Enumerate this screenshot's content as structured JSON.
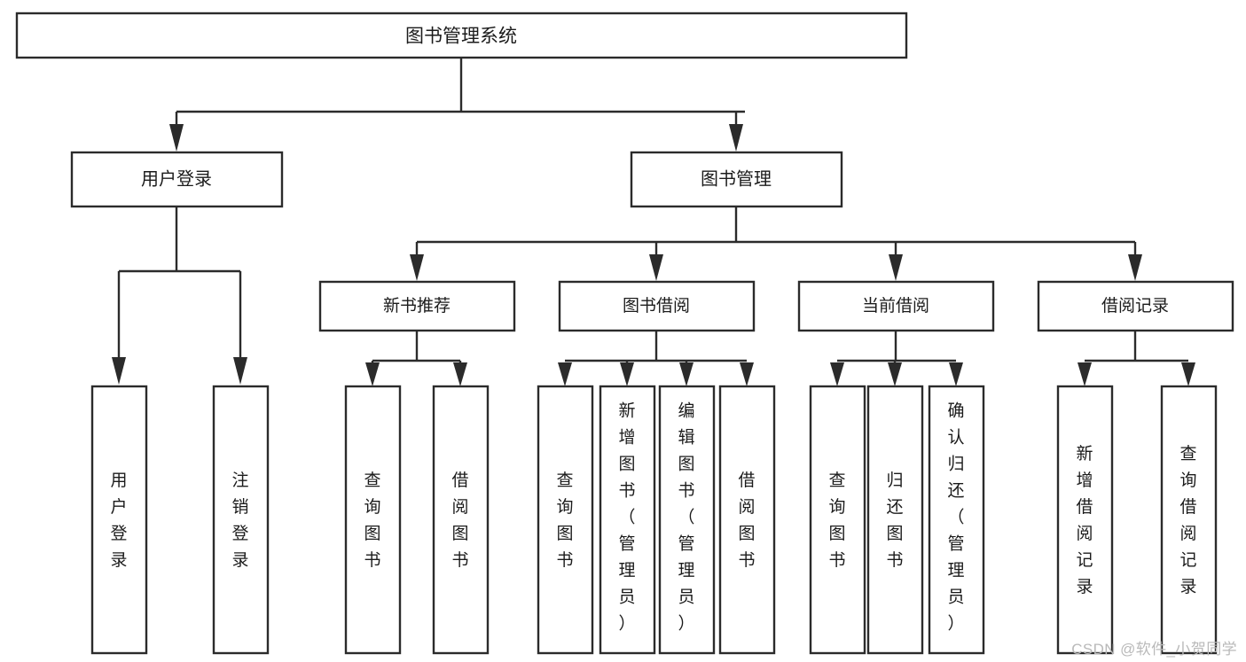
{
  "diagram": {
    "type": "tree",
    "title": "图书管理系统",
    "orientation": "top-down",
    "colors": {
      "box_fill": "#ffffff",
      "box_stroke": "#2b2b2b",
      "text": "#1b1b1b",
      "background": "#ffffff",
      "watermark": "#b9b9b9"
    },
    "nodes": {
      "root": {
        "label": "图书管理系统"
      },
      "level1": [
        {
          "label": "用户登录"
        },
        {
          "label": "图书管理"
        }
      ],
      "level2": [
        {
          "label": "新书推荐"
        },
        {
          "label": "图书借阅"
        },
        {
          "label": "当前借阅"
        },
        {
          "label": "借阅记录"
        }
      ],
      "leaves": {
        "user_login": [
          {
            "label": "用户登录"
          },
          {
            "label": "注销登录"
          }
        ],
        "new_book_recommend": [
          {
            "label": "查询图书"
          },
          {
            "label": "借阅图书"
          }
        ],
        "book_borrow": [
          {
            "label": "查询图书"
          },
          {
            "label": "新增图书（管理员）"
          },
          {
            "label": "编辑图书（管理员）"
          },
          {
            "label": "借阅图书"
          }
        ],
        "current_borrow": [
          {
            "label": "查询图书"
          },
          {
            "label": "归还图书"
          },
          {
            "label": "确认归还（管理员）"
          }
        ],
        "borrow_record": [
          {
            "label": "新增借阅记录"
          },
          {
            "label": "查询借阅记录"
          }
        ]
      }
    }
  },
  "watermark": {
    "text": "CSDN @软件_小贺同学"
  }
}
